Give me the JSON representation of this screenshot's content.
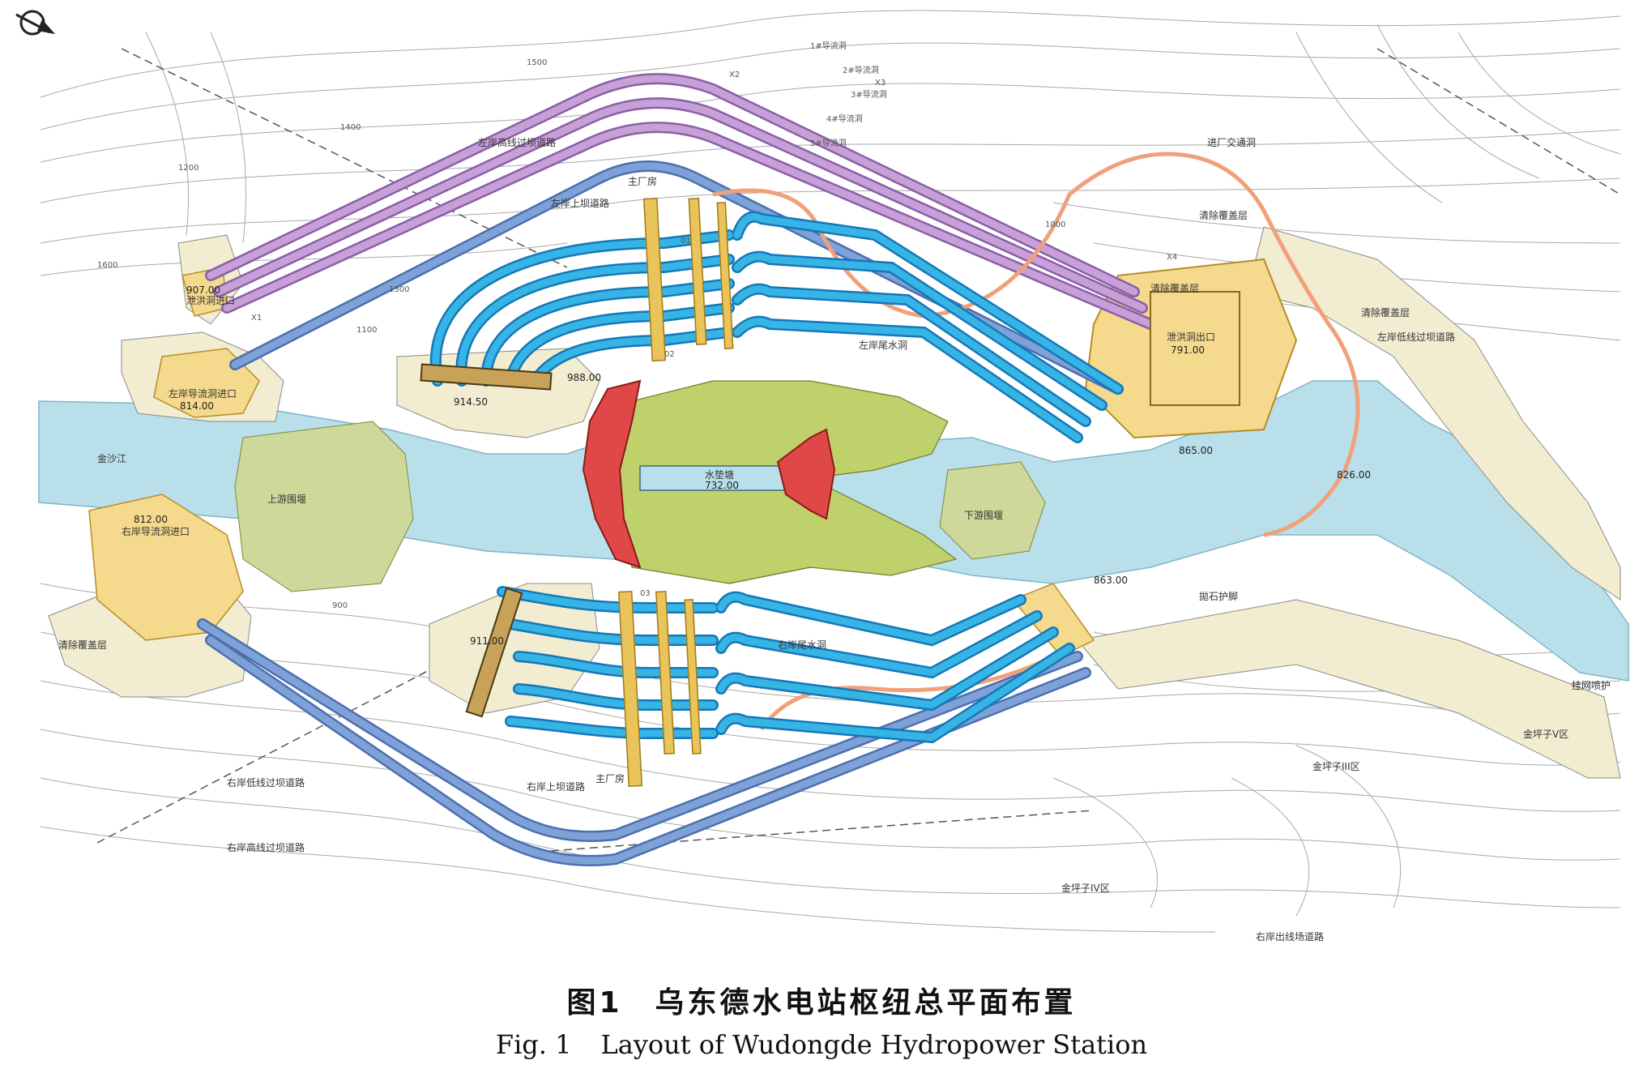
{
  "caption": {
    "cn_fig": "图1",
    "cn_title": "乌东德水电站枢纽总平面布置",
    "en_fig": "Fig. 1",
    "en_title": "Layout of Wudongde Hydropower Station"
  },
  "labels": {
    "left_diversion_inlet": "左岸导流洞进口",
    "left_diversion_inlet_elev": "814.00",
    "left_flood_tunnel_inlet": "泄洪洞进口",
    "left_flood_tunnel_inlet_elev": "907.00",
    "right_diversion_inlet": "右岸导流洞进口",
    "right_diversion_inlet_elev": "812.00",
    "left_intake_elev": "914.50",
    "right_intake_elev": "911.00",
    "plunge_pool": "水垫塘",
    "plunge_pool_elev": "732.00",
    "flood_outlet": "泄洪洞出口",
    "flood_outlet_elev": "791.00",
    "river_elev_1": "865.00",
    "river_elev_2": "826.00",
    "river_elev_3": "863.00",
    "dam_crest_elev": "988.00",
    "left_road": "左岸上坝道路",
    "right_road": "右岸上坝道路",
    "left_main_powerhouse": "主厂房",
    "right_main_powerhouse": "主厂房",
    "left_tailrace": "左岸尾水洞",
    "right_tailrace": "右岸尾水洞",
    "upper_cofferdam": "上游围堰",
    "lower_cofferdam": "下游围堰",
    "clear_cover_1": "清除覆盖层",
    "clear_cover_2": "清除覆盖层",
    "clear_cover_3": "清除覆盖层",
    "clear_cover_4": "清除覆盖层",
    "revetment": "拋石护脚",
    "jinsha_river": "金沙江",
    "village_3": "金坪子III区",
    "village_4": "金坪子IV区",
    "village_5": "金坪子V区",
    "right_road_2": "右岸出线场道路",
    "slope_protection": "挂网喷护",
    "access_road": "进厂交通洞",
    "left_highline_road": "左岸高线过坝道路",
    "right_highline_road": "右岸高线过坝道路",
    "right_lowline_road": "右岸低线过坝道路",
    "left_transport": "左岸低线过坝道路",
    "diversion_4": "4#导流洞",
    "diversion_5": "5#导流洞",
    "diversion_3": "3#导流洞",
    "diversion_2": "2#导流洞",
    "diversion_1": "1#导流洞",
    "contour_1500": "1500",
    "contour_1400": "1400",
    "contour_1300": "1300",
    "contour_1200": "1200",
    "contour_1100": "1100",
    "contour_1000": "1000",
    "contour_900": "900",
    "contour_1600": "1600",
    "x1": "X1",
    "x2": "X2",
    "x3": "X3",
    "x4": "X4",
    "unit_01": "01",
    "unit_02": "02",
    "unit_03": "03"
  },
  "colors": {
    "river": "#b9dfea",
    "contour": "#9a9a9a",
    "diversion": "#c8a0d8",
    "diversion_edge": "#8a5fa8",
    "tailrace": "#7ea2d8",
    "tailrace_edge": "#4c6fb0",
    "penstock": "#36b4e6",
    "penstock_edge": "#1478b8",
    "powerhouse": "#e8c45a",
    "dam": "#e04848",
    "dam_edge": "#8a1a1a",
    "cofferdam": "#cdd89a",
    "apron": "#bfd16a",
    "excavation": "#f5d98c",
    "terrace": "#f2ecd0",
    "road_orange": "#f0a07a"
  },
  "icons": {
    "north_arrow": "north-arrow-icon"
  }
}
